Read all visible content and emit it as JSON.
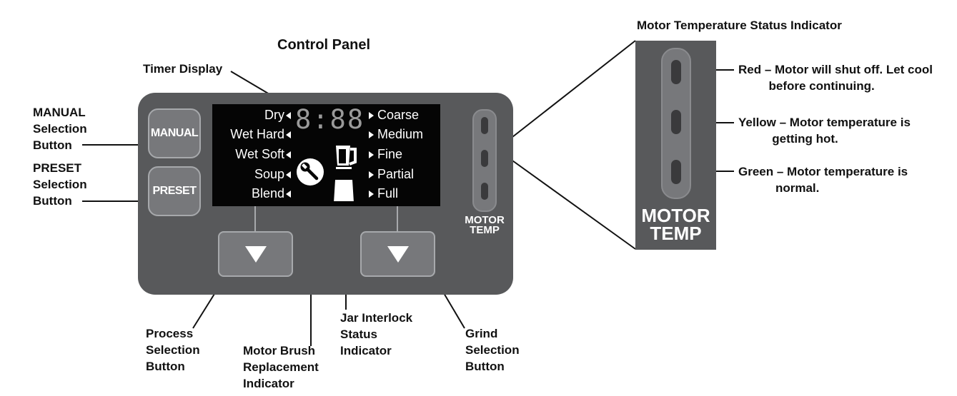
{
  "title": "Control Panel",
  "panel": {
    "manual_label": "MANUAL",
    "preset_label": "PRESET",
    "timer_digits": "8:88",
    "process_options": [
      "Dry",
      "Wet Hard",
      "Wet Soft",
      "Soup",
      "Blend"
    ],
    "grind_options": [
      "Coarse",
      "Medium",
      "Fine",
      "Partial",
      "Full"
    ],
    "motor_temp_label": "MOTOR\nTEMP"
  },
  "callouts": {
    "timer_display": "Timer Display",
    "manual_button": "MANUAL\nSelection\nButton",
    "preset_button": "PRESET\nSelection\nButton",
    "process_button": "Process\nSelection\nButton",
    "brush_indicator": "Motor Brush\nReplacement\nIndicator",
    "jar_indicator": "Jar Interlock\nStatus\nIndicator",
    "grind_button": "Grind\nSelection\nButton"
  },
  "detail": {
    "heading": "Motor Temperature Status Indicator",
    "label": "MOTOR\nTEMP",
    "red": "Red – Motor will shut off. Let cool\n         before continuing.",
    "yellow": "Yellow – Motor temperature is\n          getting hot.",
    "green": "Green – Motor temperature is\n           normal."
  },
  "colors": {
    "panel": "#58595b",
    "button": "#77787b",
    "display": "#050505",
    "detail_box": "#58595b"
  },
  "icons": [
    "wrench-icon",
    "blender-jar-icon",
    "down-triangle-icon"
  ]
}
